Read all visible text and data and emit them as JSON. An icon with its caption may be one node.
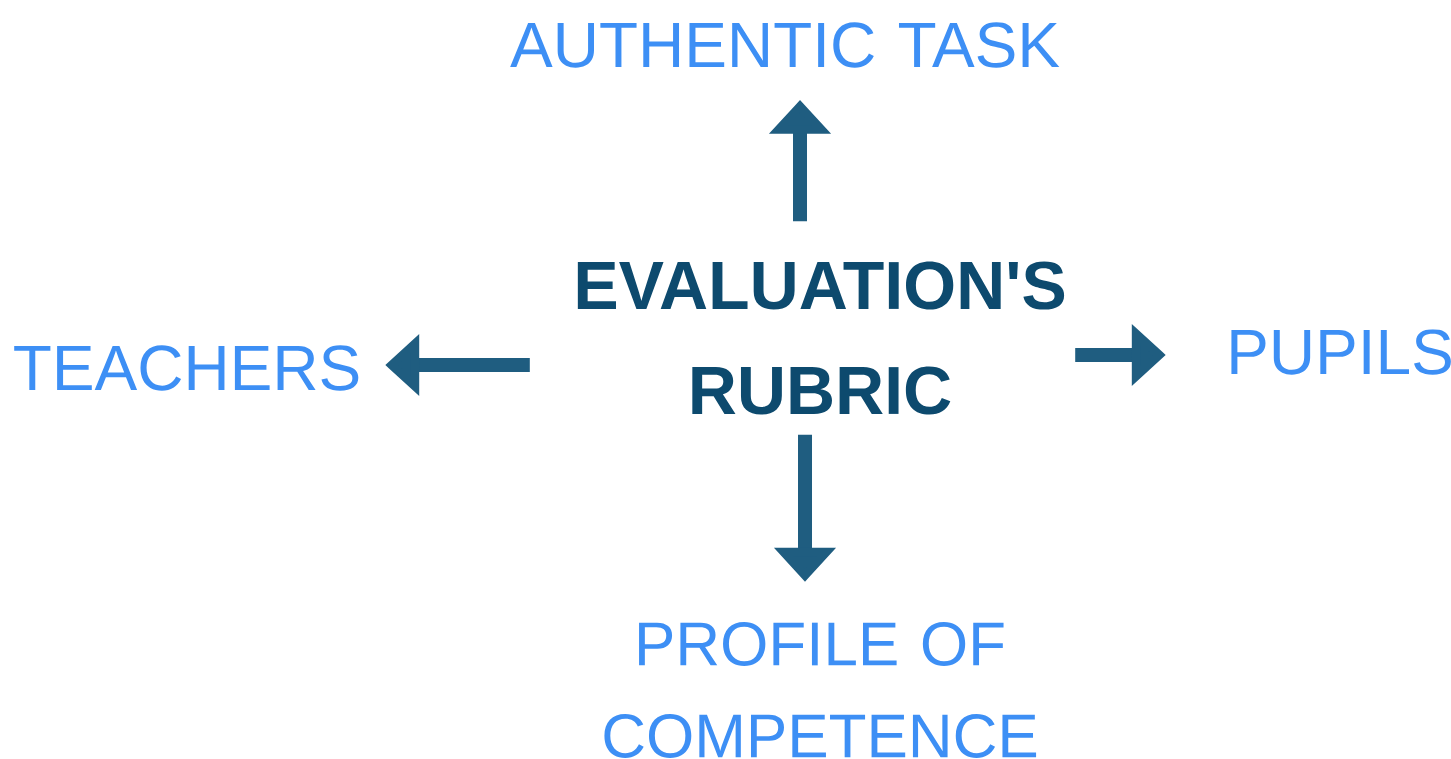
{
  "diagram": {
    "nodes": [
      {
        "text": [
          "EVALUATION'S RUBRIC"
        ]
      },
      {
        "text": [
          "AUTHENTIC TASK"
        ]
      },
      {
        "text": [
          "TEACHERS"
        ]
      },
      {
        "text": [
          "PUPILS"
        ]
      },
      {
        "text": [
          "PROFILE OF COMPETENCE"
        ]
      }
    ],
    "edges": [
      {
        "from": 0,
        "to": 1,
        "arrow": "to"
      },
      {
        "from": 0,
        "to": 2,
        "arrow": "to"
      },
      {
        "from": 0,
        "to": 3,
        "arrow": "to"
      },
      {
        "from": 0,
        "to": 4,
        "arrow": "to"
      }
    ]
  }
}
